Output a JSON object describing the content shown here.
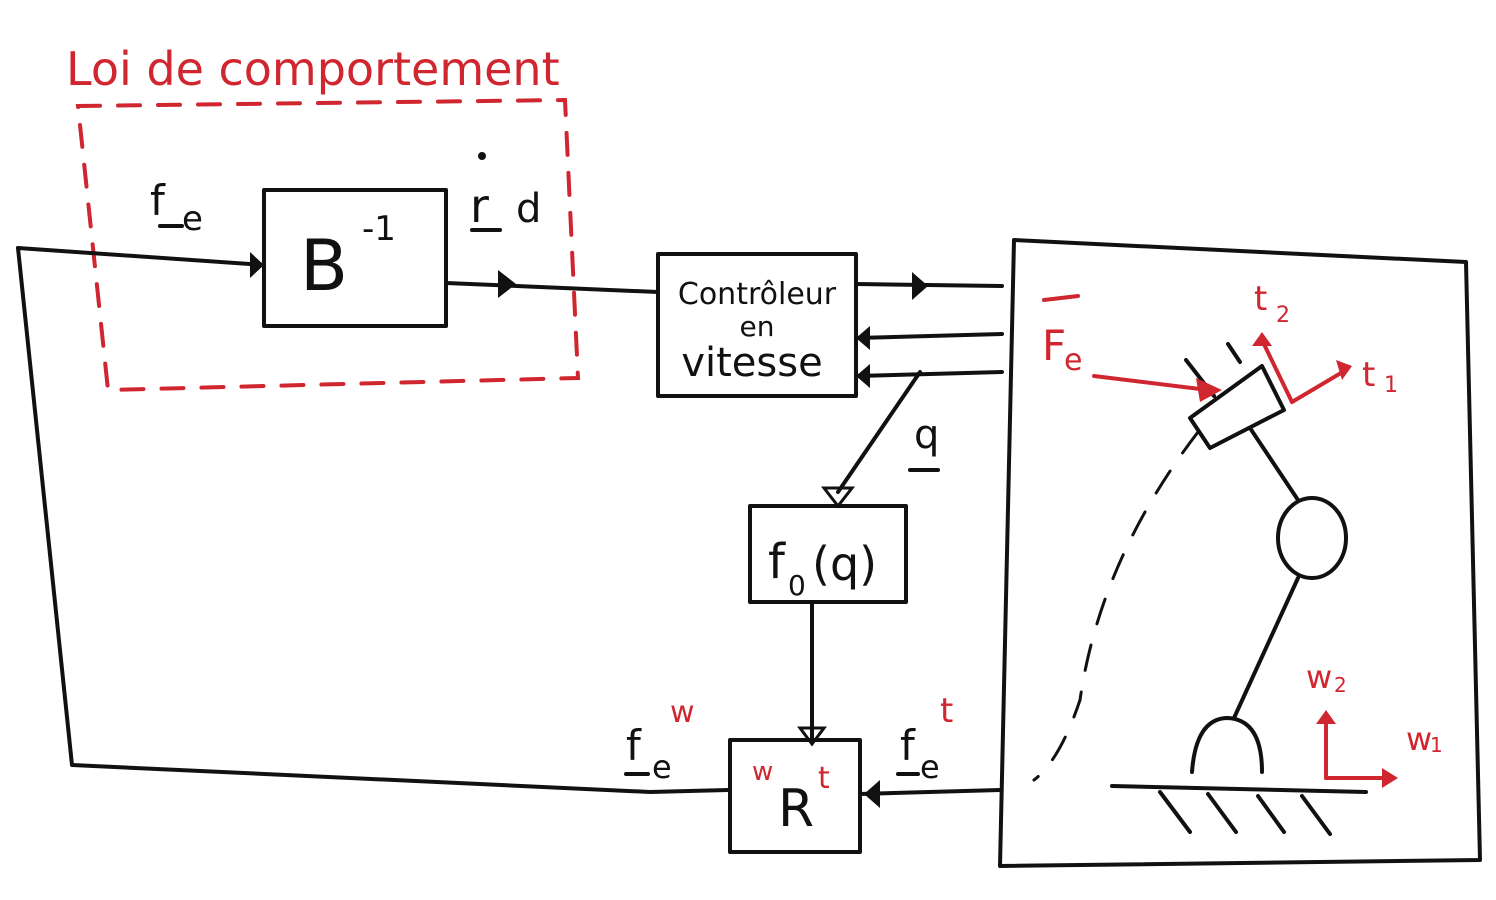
{
  "title": "Loi de comportement",
  "blocks": {
    "binv": "B",
    "binv_exp": "-1",
    "controller_line1": "Contrôleur",
    "controller_line2": "en",
    "controller_line3": "vitesse",
    "fo": "f",
    "fo_sub": "0",
    "fo_arg": "(q)",
    "rot": "R",
    "rot_pre": "w",
    "rot_sup": "t"
  },
  "signals": {
    "fe_in": "f",
    "fe_in_sub": "e",
    "rd": "r",
    "rd_sub": "d",
    "q": "q",
    "few": "f",
    "few_sub": "e",
    "few_sup": "w",
    "fet": "f",
    "fet_sub": "e",
    "fet_sup": "t"
  },
  "robot": {
    "force_label": "F",
    "force_sub": "e",
    "t1": "t",
    "t1_sub": "1",
    "t2": "t",
    "t2_sub": "2",
    "w1": "w",
    "w1_sub": "1",
    "w2": "w",
    "w2_sub": "2"
  },
  "colors": {
    "ink": "#111111",
    "accent": "#d0262f"
  }
}
